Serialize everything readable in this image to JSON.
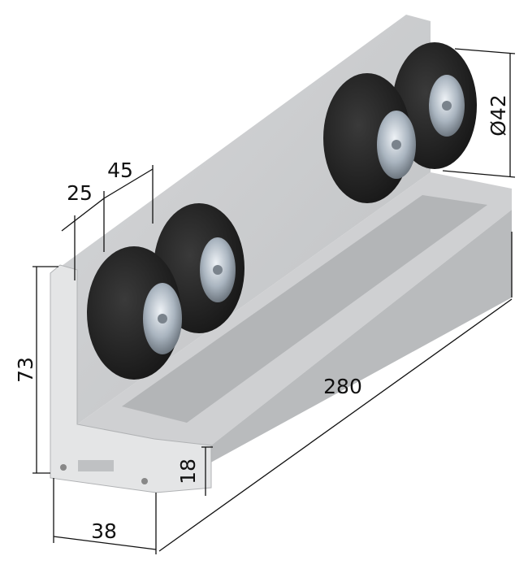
{
  "title": "Roller carriage profile with four V-groove rollers",
  "dimensions": {
    "roller_spacing_small": "25",
    "roller_spacing_large": "45",
    "roller_diameter": "Ø42",
    "height": "73",
    "length": "280",
    "base_height": "18",
    "width": "38"
  },
  "colors": {
    "aluminium": "#c9cbcd",
    "aluminium_light": "#e3e4e5",
    "aluminium_dark": "#a9abad",
    "roller": "#2a2a2a",
    "hub": "#b8c2cc"
  }
}
